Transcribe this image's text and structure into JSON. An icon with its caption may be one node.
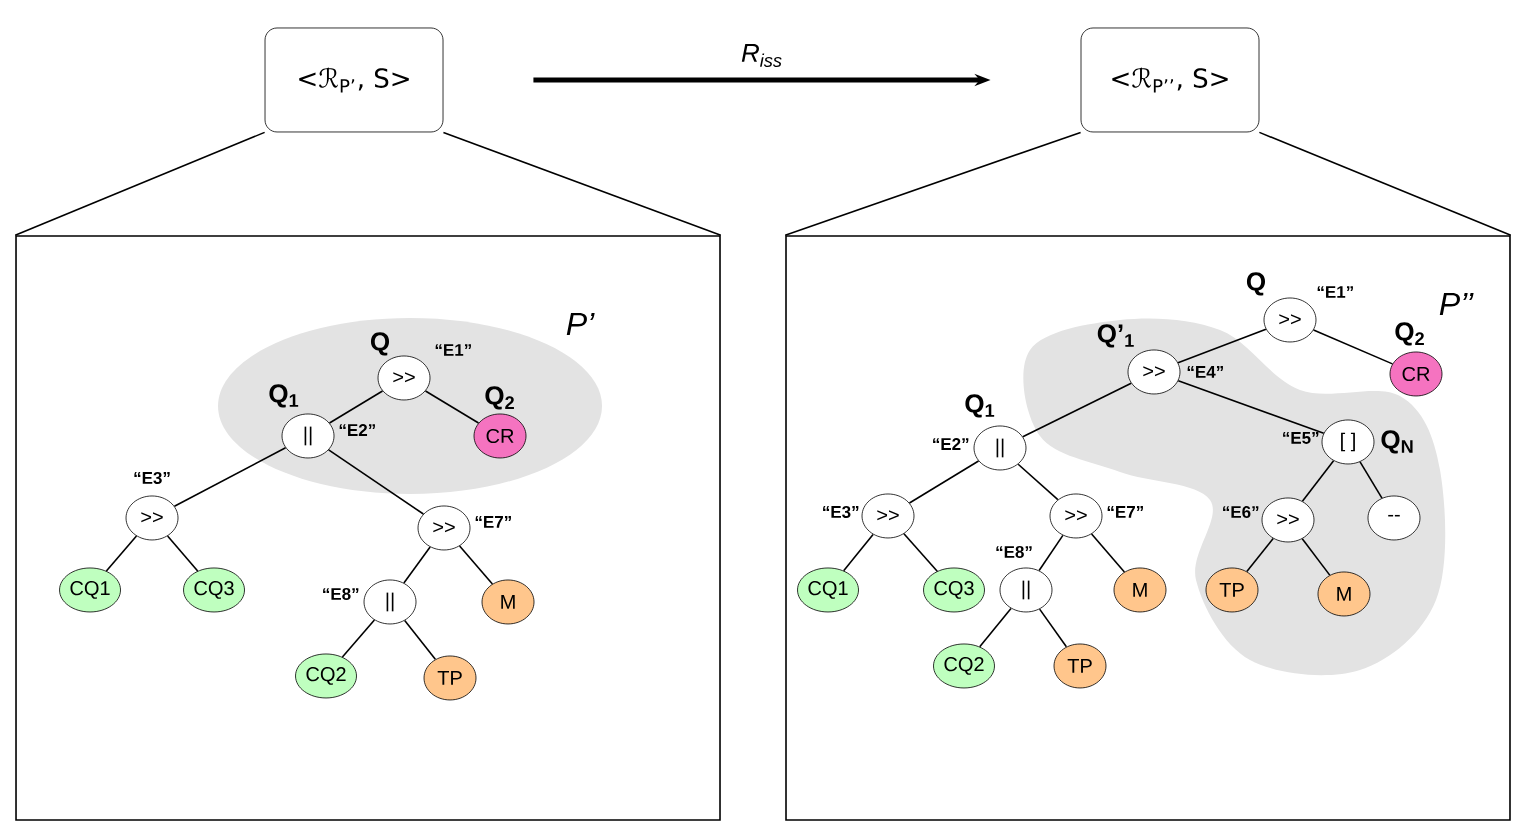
{
  "diagram": {
    "nodes": [
      {
        "text": [
          "<ℛ$_{P’}$, S>"
        ]
      },
      {
        "text": [
          "<ℛ$_{P’’}$, S>"
        ]
      },
      {
        "text": [],
        "shape": "box"
      },
      {
        "text": [],
        "shape": "box"
      },
      {
        "text": [
          ">>"
        ],
        "beside": [
          "Q",
          "“E1”"
        ],
        "in": 2
      },
      {
        "text": [
          "||"
        ],
        "beside": [
          "Q$_{1}$",
          "“E2”"
        ],
        "in": 2
      },
      {
        "text": [
          "CR"
        ],
        "beside": [
          "Q$_{2}$"
        ],
        "in": 2
      },
      {
        "text": [
          ">>"
        ],
        "beside": [
          "“E3”"
        ],
        "in": 2
      },
      {
        "text": [
          ">>"
        ],
        "beside": [
          "“E7”"
        ],
        "in": 2
      },
      {
        "text": [
          "CQ1"
        ],
        "in": 2
      },
      {
        "text": [
          "CQ3"
        ],
        "in": 2
      },
      {
        "text": [
          "||"
        ],
        "beside": [
          "“E8”"
        ],
        "in": 2
      },
      {
        "text": [
          "M"
        ],
        "in": 2
      },
      {
        "text": [
          "CQ2"
        ],
        "in": 2
      },
      {
        "text": [
          "TP"
        ],
        "in": 2
      },
      {
        "text": [
          ">>"
        ],
        "beside": [
          "Q",
          "“E1”"
        ],
        "in": 3
      },
      {
        "text": [
          "CR"
        ],
        "beside": [
          "Q$_{2}$"
        ],
        "in": 3
      },
      {
        "text": [
          ">>"
        ],
        "beside": [
          "Q’$_{1}$",
          "“E4”"
        ],
        "in": 3
      },
      {
        "text": [
          "||"
        ],
        "beside": [
          "Q$_{1}$",
          "“E2”"
        ],
        "in": 3
      },
      {
        "text": [
          "[ ]"
        ],
        "beside": [
          "“E5”",
          "Q$_{N}$"
        ],
        "in": 3
      },
      {
        "text": [
          ">>"
        ],
        "beside": [
          "“E3”"
        ],
        "in": 3
      },
      {
        "text": [
          ">>"
        ],
        "beside": [
          "“E7”"
        ],
        "in": 3
      },
      {
        "text": [
          ">>"
        ],
        "beside": [
          "“E6”"
        ],
        "in": 3
      },
      {
        "text": [
          "--"
        ],
        "in": 3
      },
      {
        "text": [
          "CQ1"
        ],
        "in": 3
      },
      {
        "text": [
          "CQ3"
        ],
        "in": 3
      },
      {
        "text": [
          "||"
        ],
        "beside": [
          "“E8”"
        ],
        "in": 3
      },
      {
        "text": [
          "M"
        ],
        "in": 3
      },
      {
        "text": [
          "TP"
        ],
        "in": 3
      },
      {
        "text": [
          "M"
        ],
        "in": 3
      },
      {
        "text": [
          "CQ2"
        ],
        "in": 3
      },
      {
        "text": [
          "TP"
        ],
        "in": 3
      }
    ],
    "edges": [
      {
        "from": 0,
        "to": 1,
        "arrow": "to",
        "label": "R$_{iss}$",
        "style": "thick"
      },
      {
        "from": 0,
        "to": 2,
        "arrow": "none"
      },
      {
        "from": 0,
        "to": 2,
        "arrow": "none"
      },
      {
        "from": 1,
        "to": 3,
        "arrow": "none"
      },
      {
        "from": 1,
        "to": 3,
        "arrow": "none"
      },
      {
        "from": 4,
        "to": 5,
        "arrow": "none"
      },
      {
        "from": 4,
        "to": 6,
        "arrow": "none"
      },
      {
        "from": 5,
        "to": 7,
        "arrow": "none"
      },
      {
        "from": 5,
        "to": 8,
        "arrow": "none"
      },
      {
        "from": 7,
        "to": 9,
        "arrow": "none"
      },
      {
        "from": 7,
        "to": 10,
        "arrow": "none"
      },
      {
        "from": 8,
        "to": 11,
        "arrow": "none"
      },
      {
        "from": 8,
        "to": 12,
        "arrow": "none"
      },
      {
        "from": 11,
        "to": 13,
        "arrow": "none"
      },
      {
        "from": 11,
        "to": 14,
        "arrow": "none"
      },
      {
        "from": 15,
        "to": 17,
        "arrow": "none"
      },
      {
        "from": 15,
        "to": 16,
        "arrow": "none"
      },
      {
        "from": 17,
        "to": 18,
        "arrow": "none"
      },
      {
        "from": 17,
        "to": 19,
        "arrow": "none"
      },
      {
        "from": 18,
        "to": 20,
        "arrow": "none"
      },
      {
        "from": 18,
        "to": 21,
        "arrow": "none"
      },
      {
        "from": 20,
        "to": 24,
        "arrow": "none"
      },
      {
        "from": 20,
        "to": 25,
        "arrow": "none"
      },
      {
        "from": 21,
        "to": 26,
        "arrow": "none"
      },
      {
        "from": 21,
        "to": 27,
        "arrow": "none"
      },
      {
        "from": 26,
        "to": 30,
        "arrow": "none"
      },
      {
        "from": 26,
        "to": 31,
        "arrow": "none"
      },
      {
        "from": 19,
        "to": 22,
        "arrow": "none"
      },
      {
        "from": 19,
        "to": 23,
        "arrow": "none"
      },
      {
        "from": 22,
        "to": 28,
        "arrow": "none"
      },
      {
        "from": 22,
        "to": 29,
        "arrow": "none"
      }
    ],
    "labels": [
      "P’",
      "P’’"
    ]
  }
}
